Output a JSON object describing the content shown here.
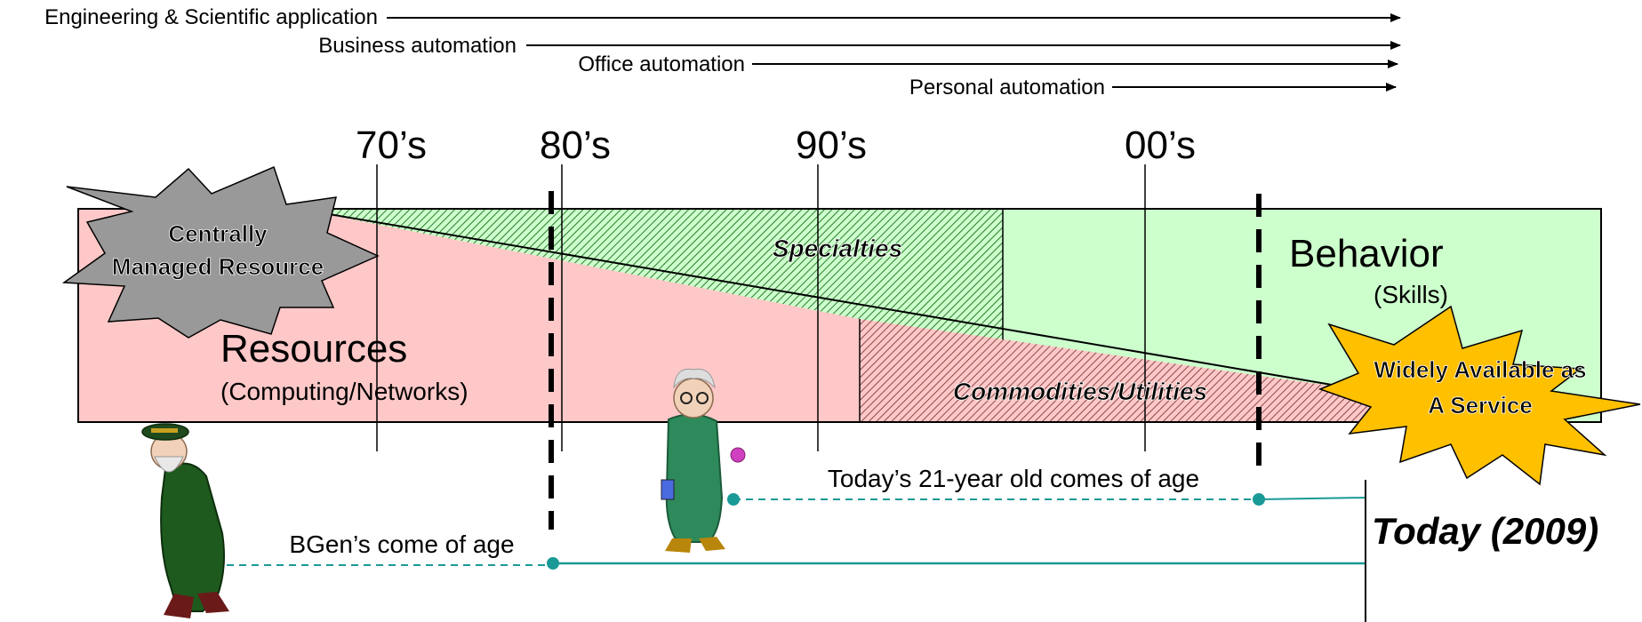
{
  "applications": [
    {
      "label": "Engineering & Scientific application"
    },
    {
      "label": "Business automation"
    },
    {
      "label": "Office automation"
    },
    {
      "label": "Personal automation"
    }
  ],
  "decades": [
    "70’s",
    "80’s",
    "90’s",
    "00’s"
  ],
  "regions": {
    "resources_title": "Resources",
    "resources_subtitle": "(Computing/Networks)",
    "specialties": "Specialties",
    "commodities": "Commodities/Utilities",
    "behavior_title": "Behavior",
    "behavior_subtitle": "(Skills)"
  },
  "bursts": {
    "central_line1": "Centrally",
    "central_line2": "Managed Resource",
    "widely_line1": "Widely Available as",
    "widely_line2": "A Service"
  },
  "timelines": {
    "young_label": "Today’s 21-year old comes of age",
    "bgen_label": "BGen’s come of age",
    "today_label": "Today (2009)"
  },
  "colors": {
    "resources_fill": "#ffc8c8",
    "behavior_fill": "#ccffcc",
    "specialties_hatch": "#2e7a2e",
    "commodities_hatch": "#8a4a4a",
    "central_burst": "#999999",
    "widely_burst": "#ffc000",
    "teal": "#1a9a96"
  }
}
